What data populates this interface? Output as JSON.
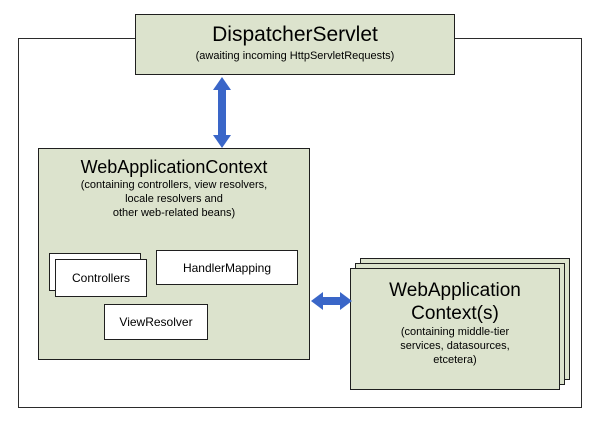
{
  "diagram": {
    "dispatcher": {
      "title": "DispatcherServlet",
      "subtitle": "(awaiting incoming HttpServletRequests)"
    },
    "webAppContext": {
      "title": "WebApplicationContext",
      "subtitle_lines": [
        "(containing controllers, view resolvers,",
        "locale resolvers and",
        "other web-related beans)"
      ],
      "inner_boxes": {
        "controllers": "Controllers",
        "handler_mapping": "HandlerMapping",
        "view_resolver": "ViewResolver"
      }
    },
    "middleTierContext": {
      "title_line_1": "WebApplication",
      "title_line_2": "Context(s)",
      "subtitle_lines": [
        "(containing middle-tier",
        "services, datasources,",
        "etcetera)"
      ]
    },
    "colors": {
      "box_fill": "#dce3cd",
      "arrow_blue": "#3a66c8",
      "border": "#1f1f1f"
    }
  }
}
